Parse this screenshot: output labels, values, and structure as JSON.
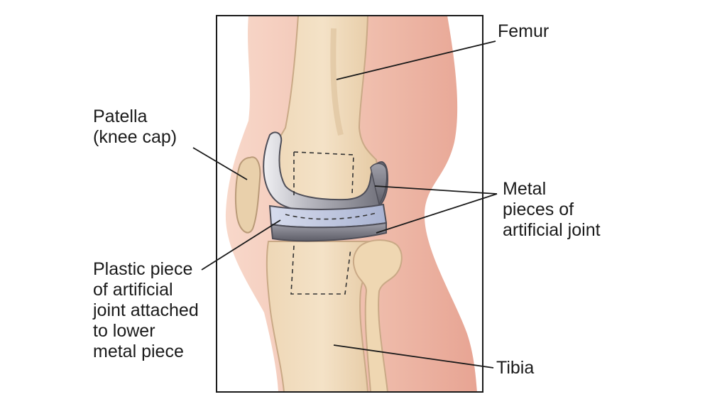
{
  "labels": {
    "femur": [
      "Femur"
    ],
    "patella": [
      "Patella",
      "(knee cap)"
    ],
    "metal": [
      "Metal",
      "pieces of",
      "artificial joint"
    ],
    "plastic": [
      "Plastic piece",
      "of artificial",
      "joint attached",
      "to lower",
      "metal piece"
    ],
    "tibia": [
      "Tibia"
    ]
  },
  "colors": {
    "skin_light": "#f7d3c4",
    "skin_dark": "#eba999",
    "bone": "#f1dcbd",
    "bone_shade": "#e4c7a0",
    "metal_light": "#e2e2e6",
    "metal_dark": "#6f6f7a",
    "plastic": "#c3cbe2",
    "line": "#1a1a1a"
  }
}
